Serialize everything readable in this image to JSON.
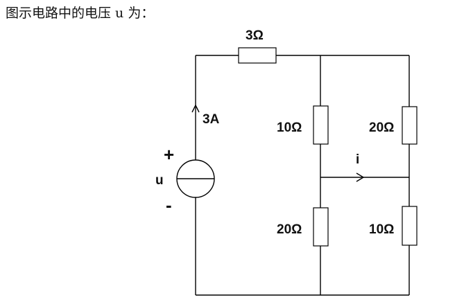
{
  "question": "图示电路中的电压 u 为：",
  "circuit": {
    "source_current": "3A",
    "source_voltage_label": "u",
    "plus_sign": "+",
    "minus_sign": "-",
    "current_label": "i",
    "resistors": {
      "top": "3Ω",
      "middle_upper": "10Ω",
      "middle_lower": "20Ω",
      "right_upper": "20Ω",
      "right_lower": "10Ω"
    }
  }
}
